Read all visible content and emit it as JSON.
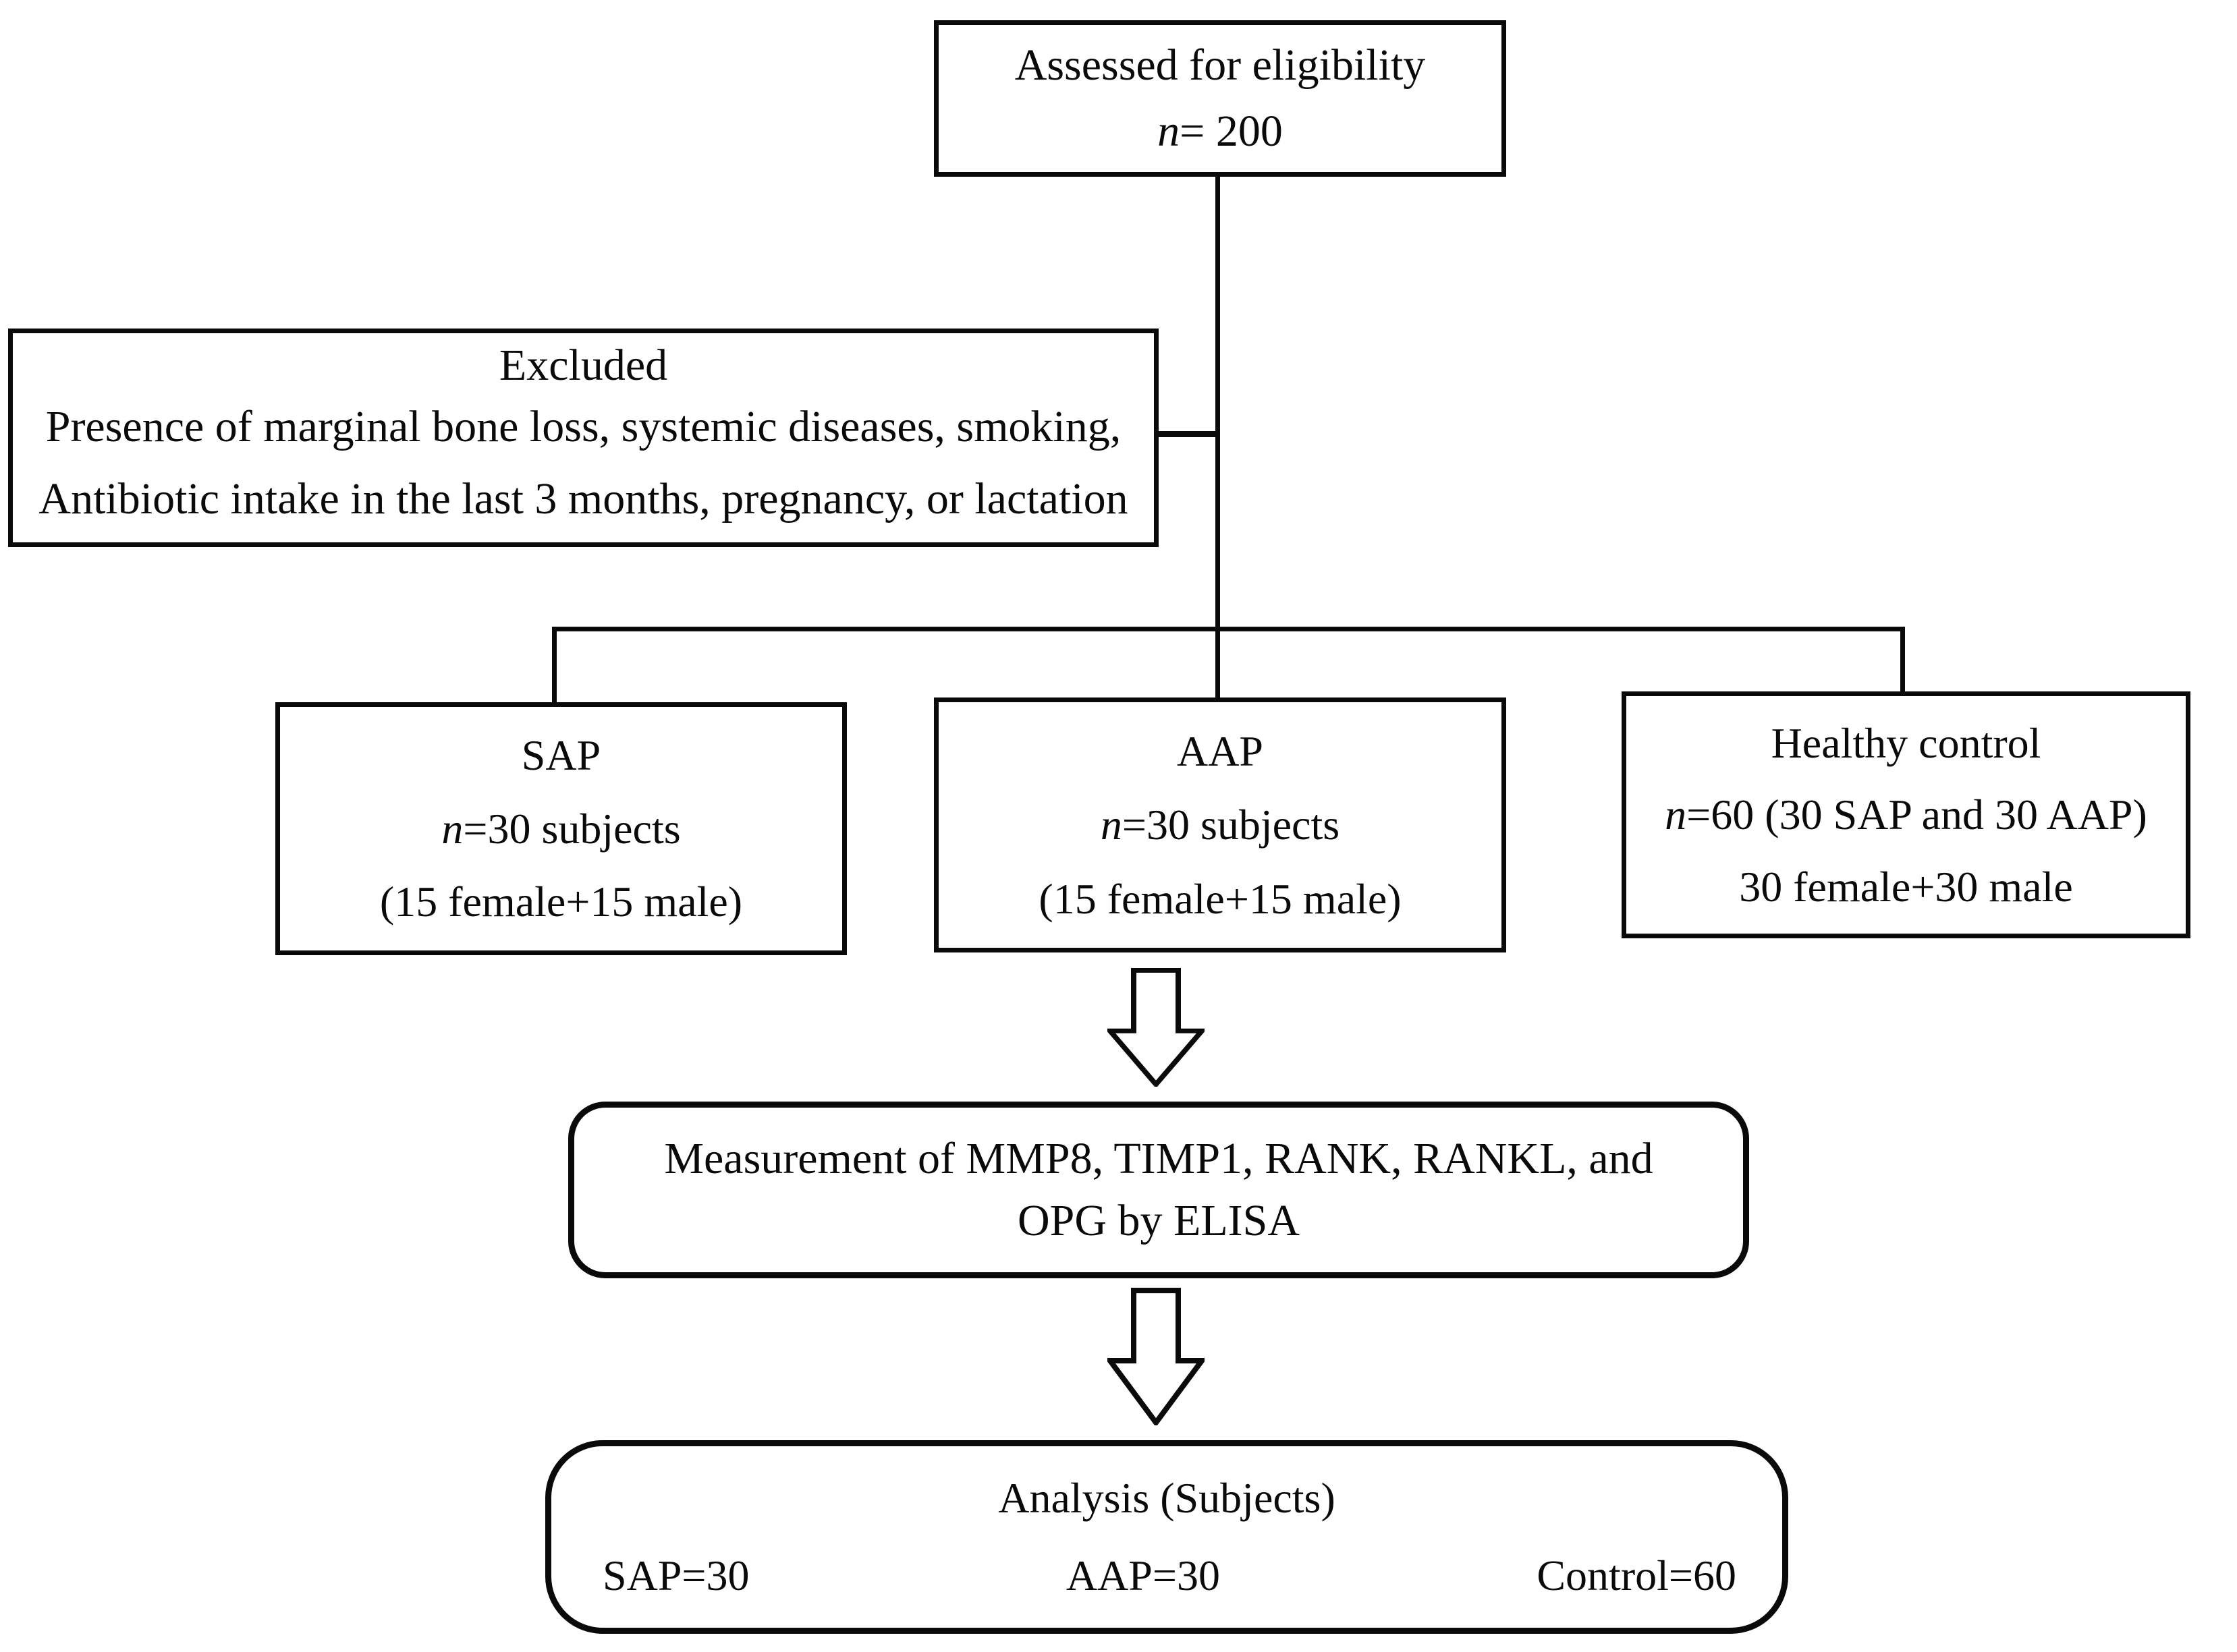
{
  "figure": {
    "background": "#ffffff",
    "ink": "#0a0a0a"
  },
  "assessed_box": {
    "line1": "Assessed for eligibility",
    "n": "n",
    "n_rest": "= 200"
  },
  "excluded_box": {
    "title": "Excluded",
    "line1": "Presence of marginal bone loss, systemic diseases, smoking,",
    "line2": "Antibiotic intake in the last 3 months, pregnancy, or lactation"
  },
  "group_boxes": [
    {
      "title": "SAP",
      "n": "n",
      "n_rest": "=30 subjects",
      "detail": "(15 female+15 male)"
    },
    {
      "title": "AAP",
      "n": "n",
      "n_rest": "=30 subjects",
      "detail": "(15 female+15 male)"
    },
    {
      "title": "Healthy control",
      "n": "n",
      "n_rest": "=60 (30 SAP and 30 AAP)",
      "detail": "30 female+30 male"
    }
  ],
  "measurement_box": {
    "line1": "Measurement of MMP8, TIMP1, RANK, RANKL, and",
    "line2": "OPG by ELISA"
  },
  "analysis_box": {
    "title": "Analysis (Subjects)",
    "items": [
      "SAP=30",
      "AAP=30",
      "Control=60"
    ]
  }
}
